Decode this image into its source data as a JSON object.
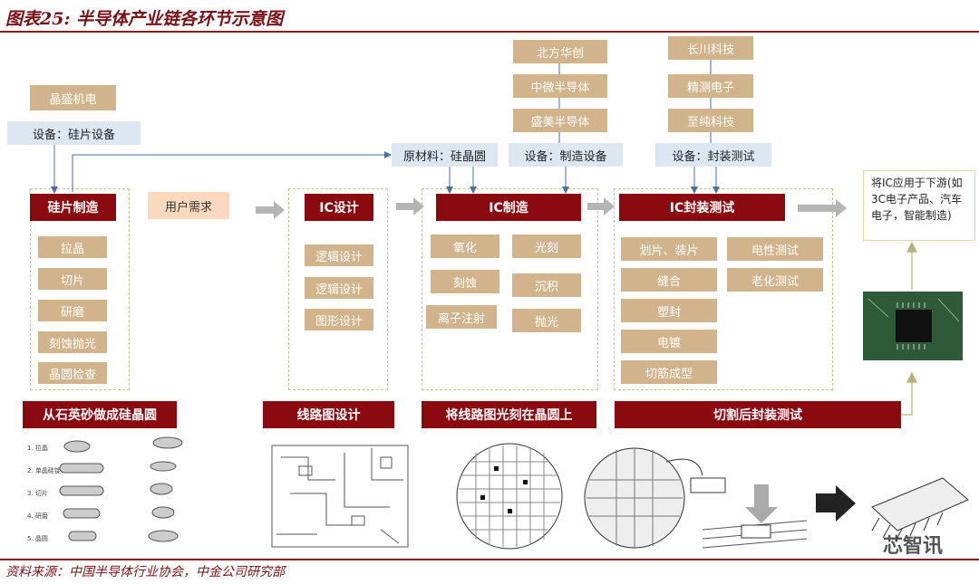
{
  "title": "图表25: 半导体产业链各环节示意图",
  "source": "资料来源：中国半导体行业协会，中金公司研究部",
  "watermark": "芯智讯",
  "wafer": {
    "company": "晶盛机电",
    "equipment": "设备：硅片设备",
    "header": "硅片制造",
    "steps": [
      "拉晶",
      "切片",
      "研磨",
      "刻蚀抛光",
      "晶圆检查"
    ],
    "caption": "从石英砂做成硅晶圆"
  },
  "user_demand": "用户需求",
  "design": {
    "header": "IC设计",
    "steps": [
      "逻辑设计",
      "逻辑设计",
      "图形设计"
    ],
    "caption": "线路图设计"
  },
  "material": "原材料：硅晶圆",
  "fab": {
    "companies": [
      "北方华创",
      "中微半导体",
      "盛美半导体"
    ],
    "equipment": "设备：制造设备",
    "header": "IC制造",
    "steps_left": [
      "氧化",
      "刻蚀",
      "离子注射"
    ],
    "steps_right": [
      "光刻",
      "沉积",
      "抛光"
    ],
    "caption": "将线路图光刻在晶圆上"
  },
  "package": {
    "companies": [
      "长川科技",
      "精测电子",
      "至纯科技"
    ],
    "equipment": "设备：封装测试",
    "header": "IC封装测试",
    "steps_left": [
      "划片、装片",
      "缝合",
      "塑封",
      "电镀",
      "切筋成型"
    ],
    "steps_right": [
      "电性测试",
      "老化测试"
    ],
    "caption": "切割后封装测试"
  },
  "application": "将IC应用于下游(如3C电子产品、汽车电子，智能制造)",
  "ingot_labels": [
    "1. 拉晶",
    "2. 单晶硅锭",
    "3. 切片",
    "4. 研磨",
    "5. 晶圆"
  ],
  "colors": {
    "dark_red": "#8b0a0f",
    "tan": "#d2b48c",
    "peach": "#fbd9bf",
    "light_blue": "#dde7f2"
  }
}
